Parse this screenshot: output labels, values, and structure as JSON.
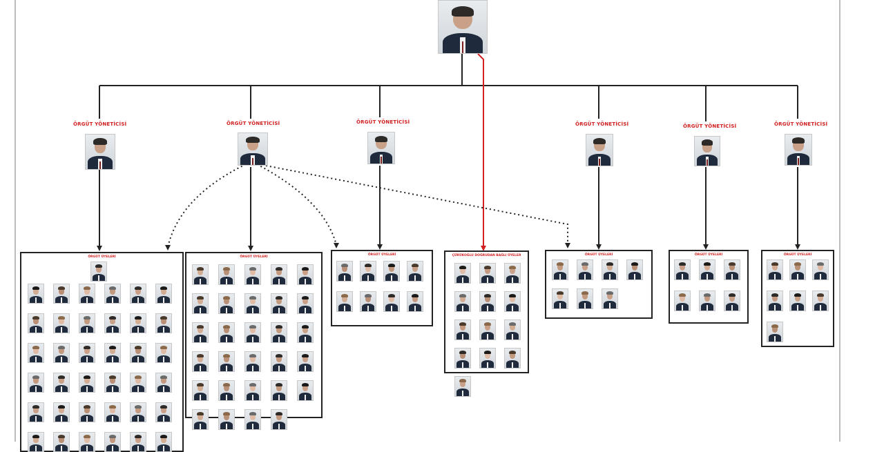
{
  "top": {
    "name": ""
  },
  "managers": [
    {
      "role": "ÖRGÜT YÖNETİCİSİ",
      "name": ""
    },
    {
      "role": "ÖRGÜT YÖNETİCİSİ",
      "name": ""
    },
    {
      "role": "ÖRGÜT YÖNETİCİSİ",
      "name": ""
    },
    {
      "role": "ÖRGÜT YÖNETİCİSİ",
      "name": ""
    },
    {
      "role": "ÖRGÜT YÖNETİCİSİ",
      "name": ""
    },
    {
      "role": "ÖRGÜT YÖNETİCİSİ",
      "name": ""
    }
  ],
  "boxes": [
    {
      "title": "ÖRGÜT ÜYELERİ",
      "member_count": 37
    },
    {
      "title": "ÖRGÜT ÜYELERİ",
      "member_count": 29
    },
    {
      "title": "ÖRGÜT ÜYELERİ",
      "member_count": 8
    },
    {
      "title": "ÇÜRÜKOĞLU DOĞRUDAN BAĞLI ÜYELER",
      "member_count": 13
    },
    {
      "title": "ÖRGÜT ÜYELERİ",
      "member_count": 7
    },
    {
      "title": "ÖRGÜT ÜYELERİ",
      "member_count": 6
    },
    {
      "title": "ÖRGÜT ÜYELERİ",
      "member_count": 7
    }
  ]
}
